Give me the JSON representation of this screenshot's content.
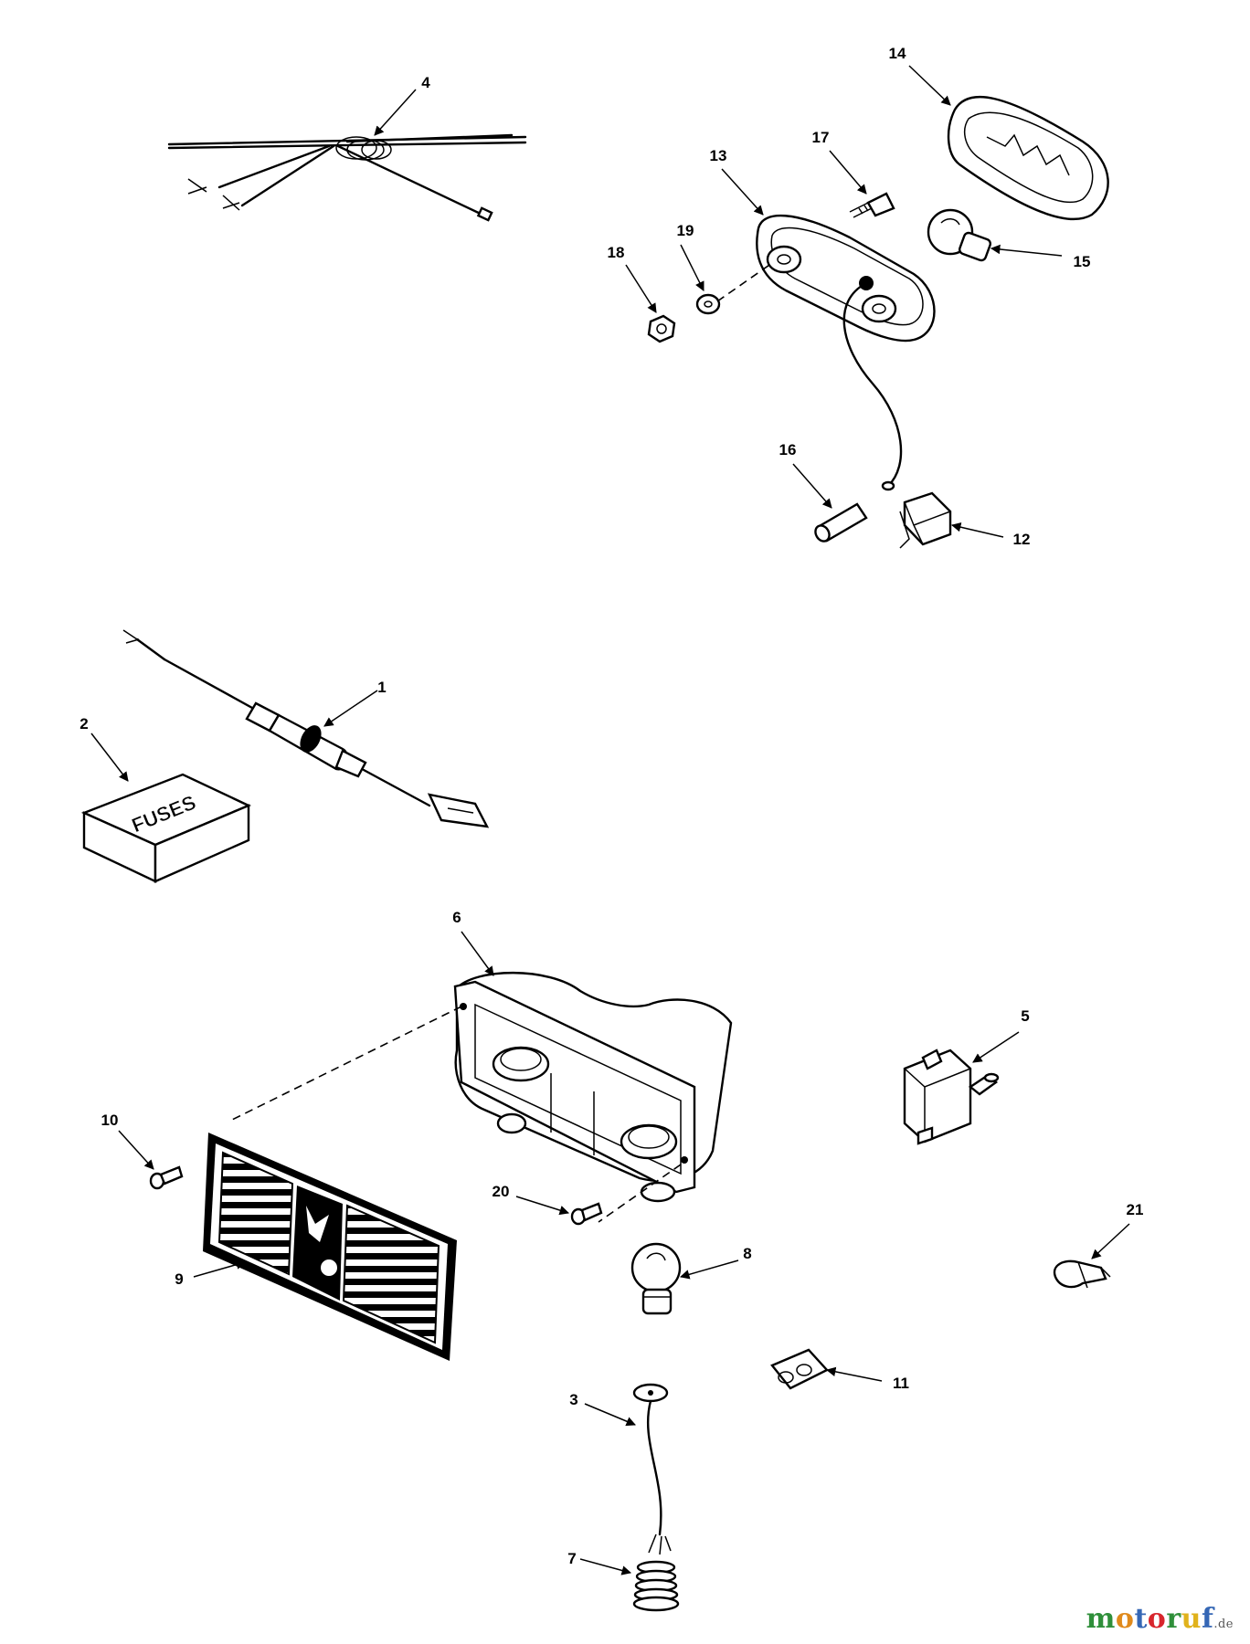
{
  "callouts": [
    {
      "n": "1"
    },
    {
      "n": "2"
    },
    {
      "n": "3"
    },
    {
      "n": "4"
    },
    {
      "n": "5"
    },
    {
      "n": "6"
    },
    {
      "n": "7"
    },
    {
      "n": "8"
    },
    {
      "n": "9"
    },
    {
      "n": "10"
    },
    {
      "n": "11"
    },
    {
      "n": "12"
    },
    {
      "n": "13"
    },
    {
      "n": "14"
    },
    {
      "n": "15"
    },
    {
      "n": "16"
    },
    {
      "n": "17"
    },
    {
      "n": "18"
    },
    {
      "n": "19"
    },
    {
      "n": "20"
    },
    {
      "n": "21"
    }
  ],
  "fuse_box_label": "FUSES",
  "watermark": {
    "letters": [
      {
        "ch": "m",
        "color": "#2f8f3a"
      },
      {
        "ch": "o",
        "color": "#e08a1c"
      },
      {
        "ch": "t",
        "color": "#3567b5"
      },
      {
        "ch": "o",
        "color": "#d8262d"
      },
      {
        "ch": "r",
        "color": "#2f8f3a"
      },
      {
        "ch": "u",
        "color": "#e0b21c"
      },
      {
        "ch": "f",
        "color": "#3567b5"
      }
    ],
    "suffix": ".de"
  }
}
